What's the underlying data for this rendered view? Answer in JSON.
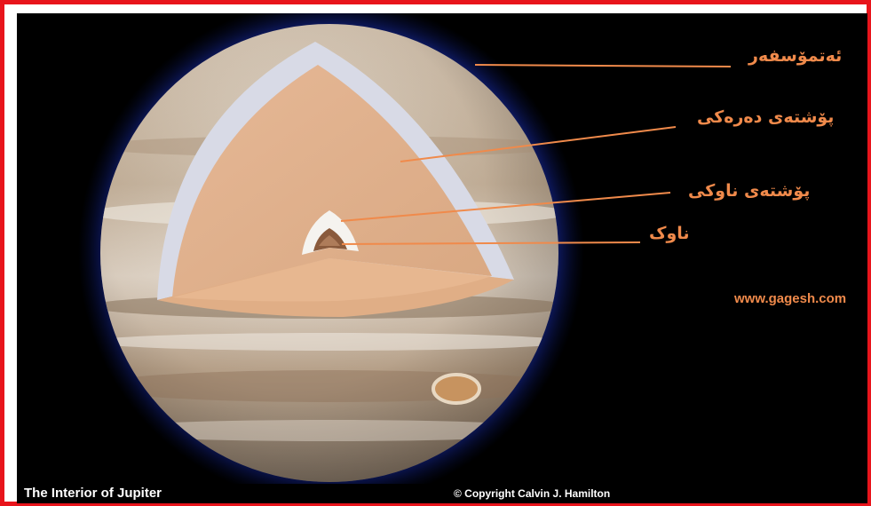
{
  "labels": {
    "atmosphere": "ئەتمۆسفەر",
    "outer_layer": "پۆشتەی دەرەکی",
    "inner_layer": "پۆشتەی ناوکی",
    "core": "ناوک"
  },
  "website": "www.gagesh.com",
  "caption": {
    "title": "The Interior of Jupiter",
    "copyright": "© Copyright Calvin J. Hamilton"
  },
  "colors": {
    "frame": "#e8141b",
    "label": "#f08a4b",
    "background": "#000000"
  }
}
